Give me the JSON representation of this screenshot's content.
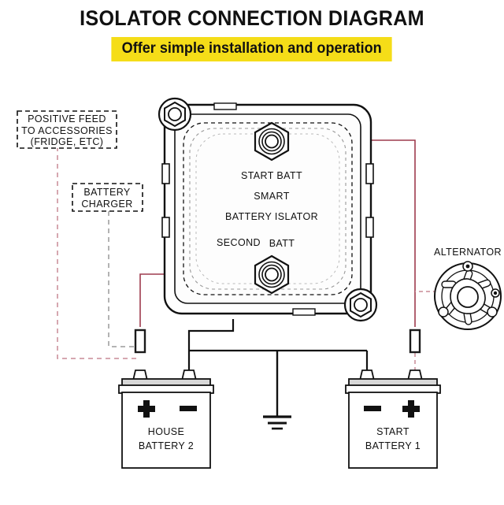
{
  "header": {
    "title": "ISOLATOR CONNECTION DIAGRAM",
    "subtitle": "Offer simple installation and operation",
    "subtitle_bg": "#f5dd18",
    "text_color": "#111111"
  },
  "colors": {
    "wire_positive": "#9e3b4e",
    "wire_accessory_dashed": "#c98a96",
    "wire_ground": "#111111",
    "outline": "#111111",
    "fuse_body": "#1a1a1a",
    "battery_lid": "#d8d8d8",
    "background": "#ffffff"
  },
  "labels": {
    "positive_feed": {
      "line1": "POSITIVE FEED",
      "line2": "TO ACCESSORIES",
      "line3": "(FRIDGE, ETC)"
    },
    "battery_charger": {
      "line1": "BATTERY",
      "line2": "CHARGER"
    },
    "alternator": "ALTERNATOR"
  },
  "isolator": {
    "top_terminal_label": "START  BATT",
    "brand_line1": "SMART",
    "brand_line2": "BATTERY  ISLATOR",
    "bottom_terminal_label_small": "SECOND",
    "bottom_terminal_label_main": "BATT"
  },
  "batteries": [
    {
      "id": "house-battery-2",
      "line1": "HOUSE",
      "line2": "BATTERY  2",
      "positive_side": "left",
      "negative_side": "right",
      "plus_symbol": "+",
      "minus_symbol": "-"
    },
    {
      "id": "start-battery-1",
      "line1": "START",
      "line2": "BATTERY  1",
      "positive_side": "right",
      "negative_side": "left",
      "plus_symbol": "+",
      "minus_symbol": "-"
    }
  ],
  "ground": {
    "name": "chassis-ground"
  }
}
